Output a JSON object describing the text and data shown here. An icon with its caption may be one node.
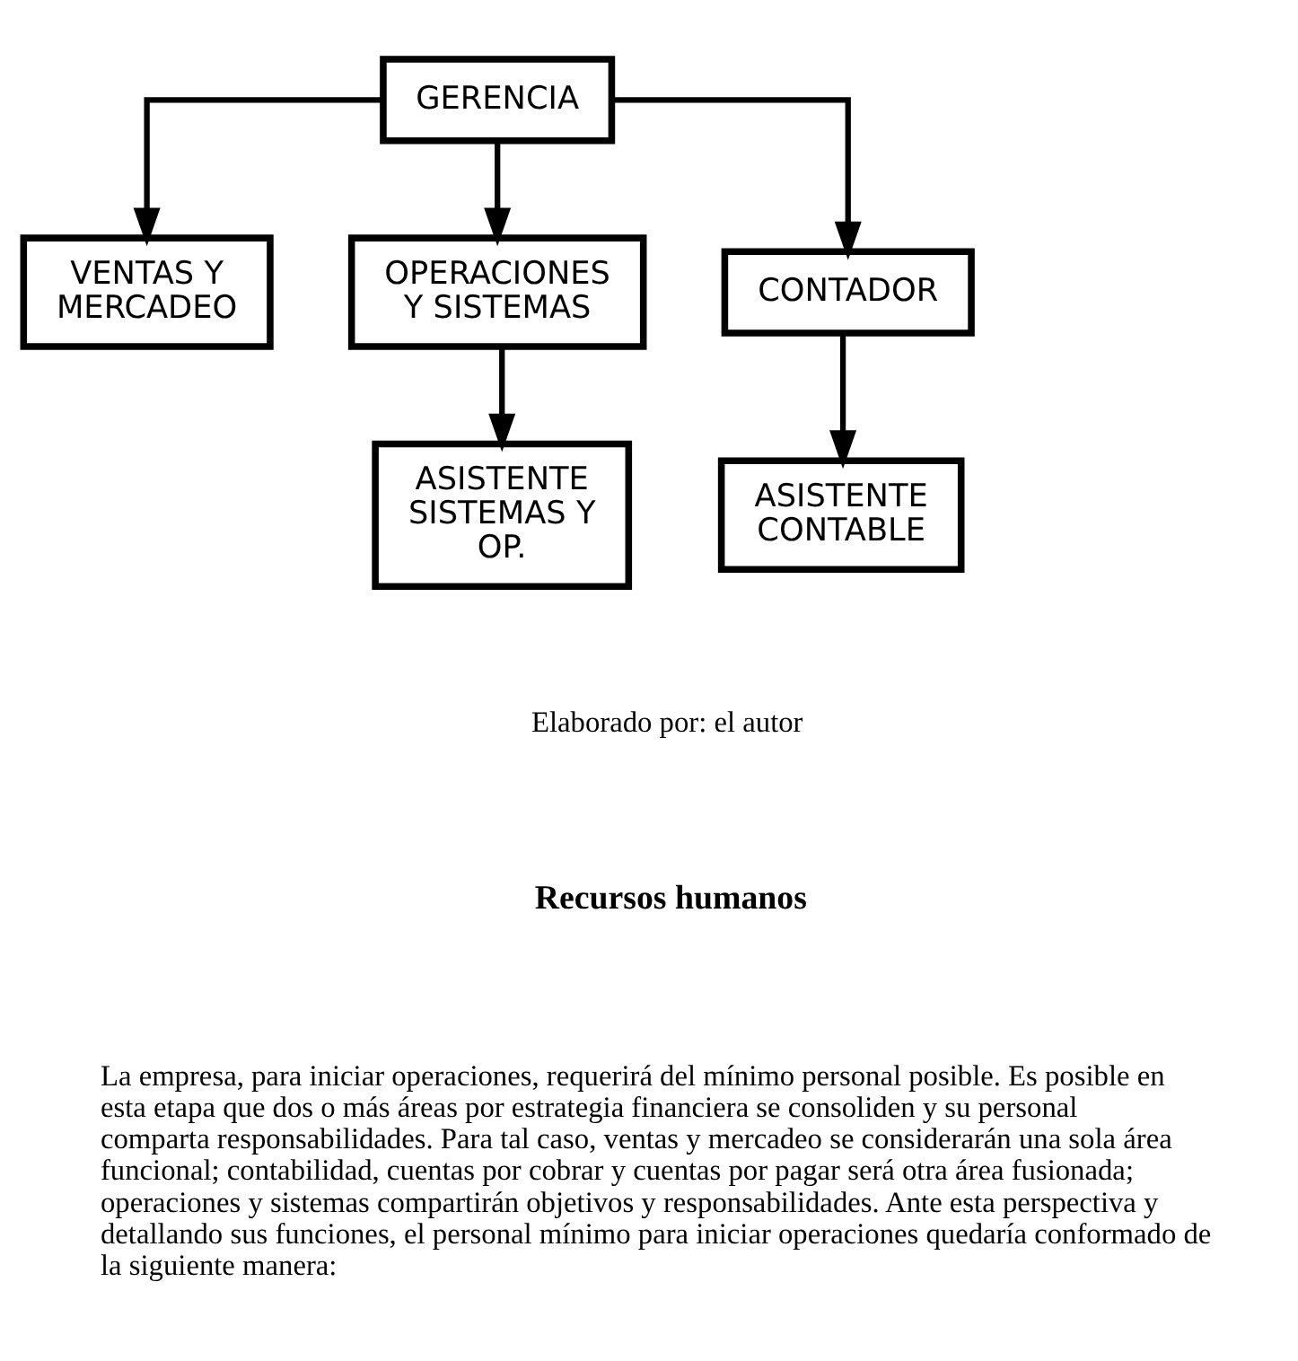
{
  "diagram": {
    "nodes": [
      {
        "text": [
          "GERENCIA"
        ]
      },
      {
        "text": [
          "VENTAS Y MERCADEO"
        ]
      },
      {
        "text": [
          "OPERACIONES Y SISTEMAS"
        ]
      },
      {
        "text": [
          "CONTADOR"
        ]
      },
      {
        "text": [
          "ASISTENTE SISTEMAS Y OP."
        ]
      },
      {
        "text": [
          "ASISTENTE CONTABLE"
        ]
      }
    ],
    "edges": [
      {
        "from": 0,
        "to": 1,
        "arrow": "to"
      },
      {
        "from": 0,
        "to": 2,
        "arrow": "to"
      },
      {
        "from": 0,
        "to": 3,
        "arrow": "to"
      },
      {
        "from": 2,
        "to": 4,
        "arrow": "to"
      },
      {
        "from": 3,
        "to": 5,
        "arrow": "to"
      }
    ],
    "labels": [
      "Elaborado por: el autor",
      "Recursos humanos",
      "La empresa, para iniciar operaciones, requerirá del mínimo personal posible. Es posible en esta etapa que dos o más áreas por estrategia financiera se consoliden y su personal comparta responsabilidades. Para tal caso, ventas y mercadeo se considerarán una sola área funcional; contabilidad, cuentas por cobrar y cuentas por pagar será otra área fusionada; operaciones y sistemas compartirán objetivos y responsabilidades. Ante esta perspectiva y detallando sus funciones, el personal mínimo para iniciar operaciones quedaría conformado de la siguiente manera:"
    ]
  }
}
